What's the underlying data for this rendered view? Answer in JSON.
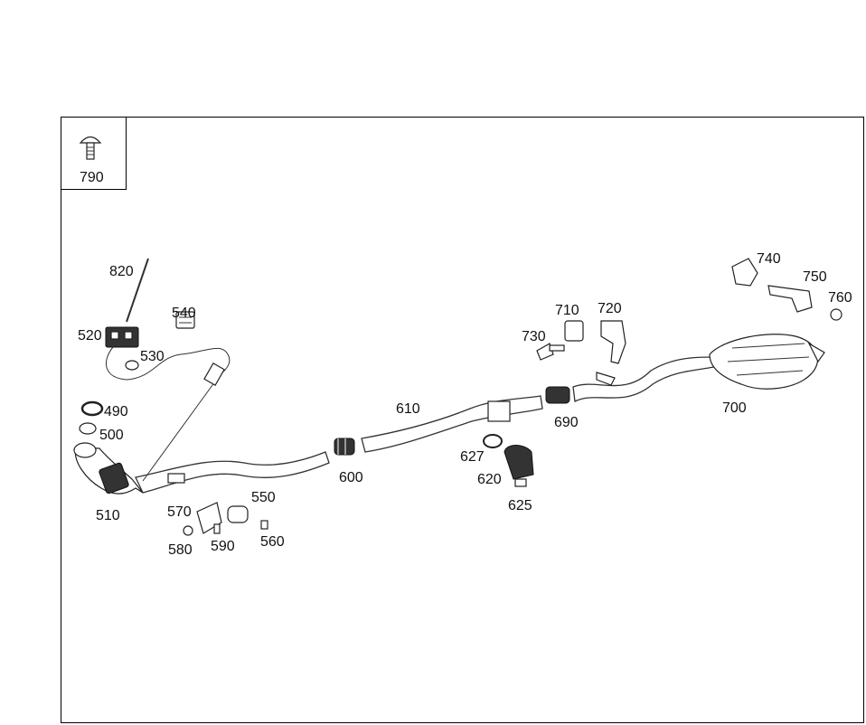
{
  "parts": [
    {
      "id": "790",
      "label": "790"
    },
    {
      "id": "820",
      "label": "820"
    },
    {
      "id": "520",
      "label": "520"
    },
    {
      "id": "540",
      "label": "540"
    },
    {
      "id": "530",
      "label": "530"
    },
    {
      "id": "490",
      "label": "490"
    },
    {
      "id": "500",
      "label": "500"
    },
    {
      "id": "510",
      "label": "510"
    },
    {
      "id": "570",
      "label": "570"
    },
    {
      "id": "550",
      "label": "550"
    },
    {
      "id": "580",
      "label": "580"
    },
    {
      "id": "590",
      "label": "590"
    },
    {
      "id": "560",
      "label": "560"
    },
    {
      "id": "600",
      "label": "600"
    },
    {
      "id": "610",
      "label": "610"
    },
    {
      "id": "627",
      "label": "627"
    },
    {
      "id": "620",
      "label": "620"
    },
    {
      "id": "625",
      "label": "625"
    },
    {
      "id": "690",
      "label": "690"
    },
    {
      "id": "730",
      "label": "730"
    },
    {
      "id": "710",
      "label": "710"
    },
    {
      "id": "720",
      "label": "720"
    },
    {
      "id": "700",
      "label": "700"
    },
    {
      "id": "740",
      "label": "740"
    },
    {
      "id": "750",
      "label": "750"
    },
    {
      "id": "760",
      "label": "760"
    }
  ]
}
